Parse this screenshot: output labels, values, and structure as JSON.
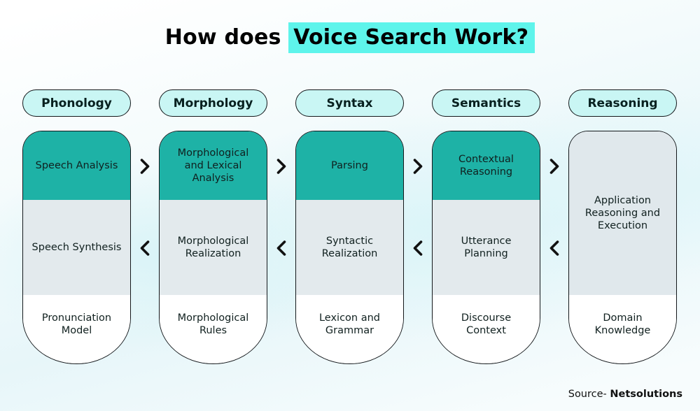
{
  "title": {
    "prefix": "How does ",
    "highlight": "Voice Search Work?"
  },
  "columns": [
    {
      "header": "Phonology",
      "sections": [
        {
          "text": "Speech Analysis",
          "style": "teal"
        },
        {
          "text": "Speech Synthesis",
          "style": "gray"
        },
        {
          "text": "Pronunciation Model",
          "style": "white"
        }
      ]
    },
    {
      "header": "Morphology",
      "sections": [
        {
          "text": "Morphological and Lexical Analysis",
          "style": "teal"
        },
        {
          "text": "Morphological Realization",
          "style": "gray"
        },
        {
          "text": "Morphological Rules",
          "style": "white"
        }
      ]
    },
    {
      "header": "Syntax",
      "sections": [
        {
          "text": "Parsing",
          "style": "teal"
        },
        {
          "text": "Syntactic Realization",
          "style": "gray"
        },
        {
          "text": "Lexicon and Grammar",
          "style": "white"
        }
      ]
    },
    {
      "header": "Semantics",
      "sections": [
        {
          "text": "Contextual Reasoning",
          "style": "teal"
        },
        {
          "text": "Utterance Planning",
          "style": "gray"
        },
        {
          "text": "Discourse Context",
          "style": "white"
        }
      ]
    },
    {
      "header": "Reasoning",
      "sections": [
        {
          "text": "Application Reasoning and Execution",
          "style": "gray-tall"
        },
        {
          "text": "Domain Knowledge",
          "style": "white"
        }
      ]
    }
  ],
  "arrows": {
    "forward_icon": "chevron-right",
    "backward_icon": "chevron-left"
  },
  "source": {
    "label": "Source- ",
    "name": "Netsolutions"
  },
  "colors": {
    "highlight": "#5ef4eb",
    "teal_section": "#1eb2a6",
    "gray_section": "#e3eaed",
    "pill_background": "#c9f6f4",
    "outline": "#14181b"
  }
}
